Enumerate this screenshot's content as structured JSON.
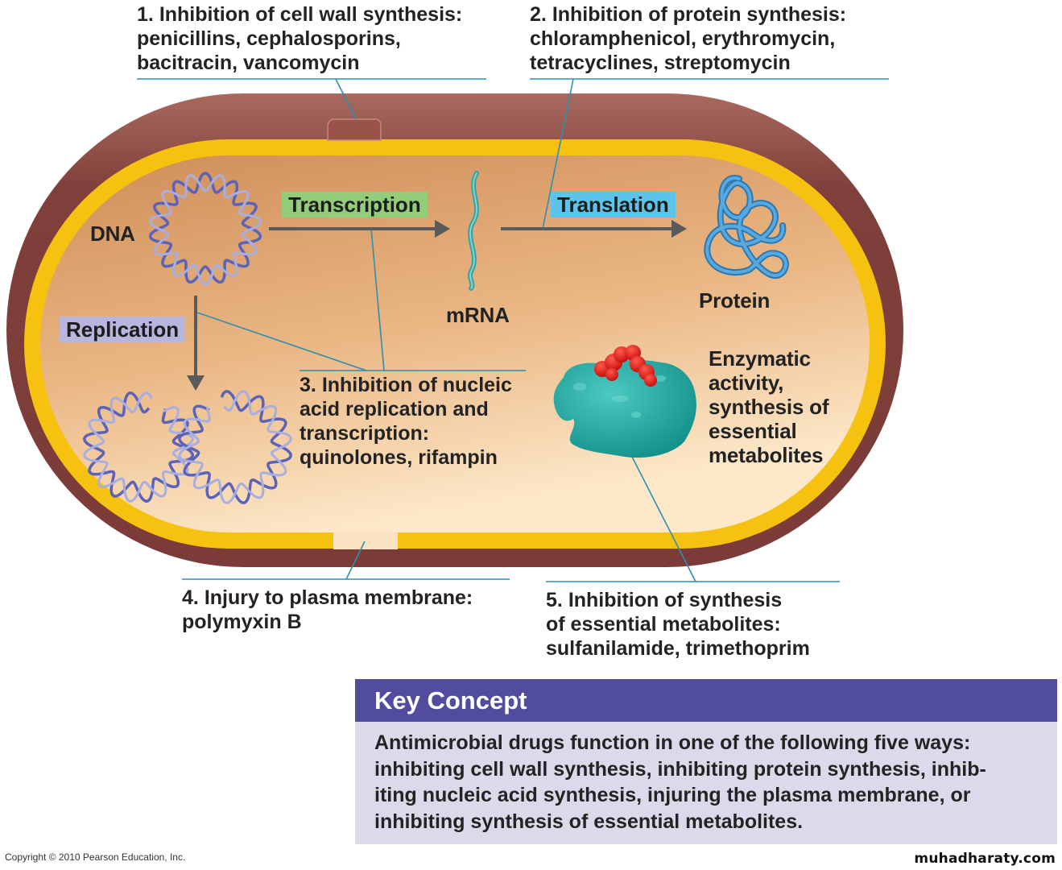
{
  "callouts": {
    "c1": {
      "num": "1.",
      "title": "Inhibition of cell wall synthesis:",
      "lines": [
        "penicillins, cephalosporins,",
        "bacitracin, vancomycin"
      ]
    },
    "c2": {
      "num": "2.",
      "title": "Inhibition of protein synthesis:",
      "lines": [
        "chloramphenicol, erythromycin,",
        "tetracyclines, streptomycin"
      ]
    },
    "c3": {
      "num": "3.",
      "title": "Inhibition of nucleic",
      "lines": [
        "acid replication and",
        "transcription:",
        "quinolones, rifampin"
      ]
    },
    "c4": {
      "num": "4.",
      "title": "Injury to plasma membrane:",
      "lines": [
        "polymyxin B"
      ]
    },
    "c5": {
      "num": "5.",
      "title": "Inhibition of synthesis",
      "lines": [
        "of essential metabolites:",
        "sulfanilamide, trimethoprim"
      ]
    }
  },
  "labels": {
    "dna": "DNA",
    "mrna": "mRNA",
    "protein": "Protein",
    "enzyme": [
      "Enzymatic",
      "activity,",
      "synthesis of",
      "essential",
      "metabolites"
    ]
  },
  "processes": {
    "transcription": {
      "label": "Transcription",
      "color": "#93cd7a"
    },
    "translation": {
      "label": "Translation",
      "color": "#5cc4ea"
    },
    "replication": {
      "label": "Replication",
      "color": "#b9b6dd"
    }
  },
  "key_concept": {
    "title": "Key Concept",
    "lines": [
      "Antimicrobial drugs function in one of the following five ways:",
      "inhibiting cell wall synthesis, inhibiting protein synthesis, inhib-",
      "iting nucleic acid synthesis, injuring the plasma membrane, or",
      "inhibiting synthesis of essential metabolites."
    ],
    "header_color": "#524c9f",
    "body_color": "#dcd9ea"
  },
  "footer": {
    "copyright": "Copyright © 2010 Pearson Education, Inc.",
    "watermark": "muhadharaty.com"
  },
  "colors": {
    "cell_wall": "#7e3f3a",
    "plasma_membrane": "#f7c20f",
    "cytoplasm_dark": "#d49562",
    "cytoplasm_light": "#fbe3c2",
    "leader_line": "#2e8fb0",
    "dna_strand": "#6b73c0",
    "mrna_strand": "#3aa5a5",
    "protein_strand": "#3f92cf",
    "enzyme": "#1fa7a0",
    "substrate": "#e01f1f",
    "arrow": "#5a5a5a"
  }
}
